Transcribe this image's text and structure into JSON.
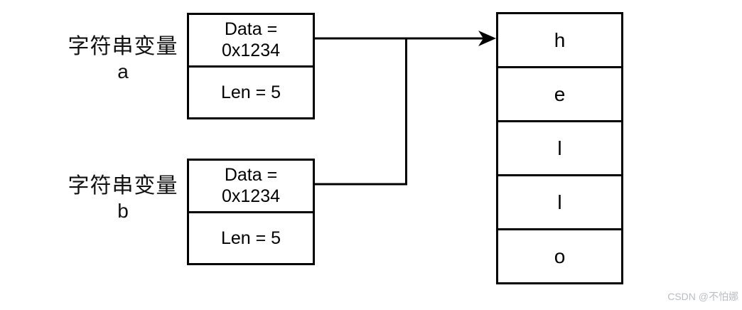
{
  "variables": {
    "a": {
      "label_line1": "字符串变量",
      "label_line2": "a",
      "data_field_line1": "Data =",
      "data_field_line2": "0x1234",
      "len_field": "Len = 5"
    },
    "b": {
      "label_line1": "字符串变量",
      "label_line2": "b",
      "data_field_line1": "Data =",
      "data_field_line2": "0x1234",
      "len_field": "Len = 5"
    }
  },
  "memory": {
    "cells": [
      "h",
      "e",
      "l",
      "l",
      "o"
    ]
  },
  "watermark": {
    "text": "CSDN @不怕娜"
  },
  "colors": {
    "line": "#000000",
    "background": "#ffffff",
    "watermark_text": "#b9bdc1"
  }
}
